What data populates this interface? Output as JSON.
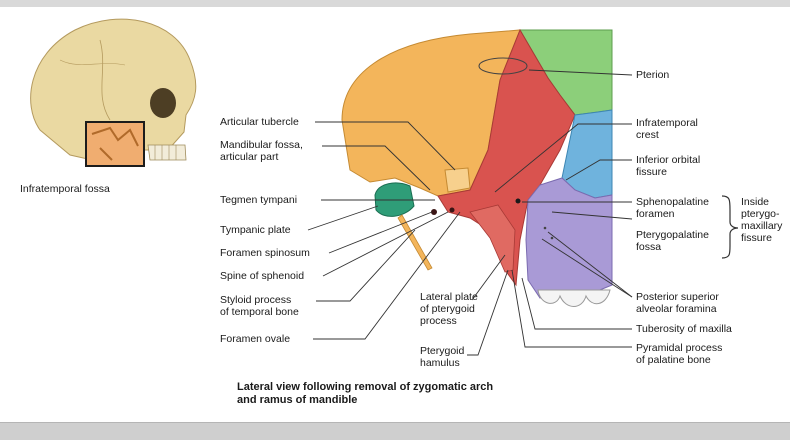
{
  "inset_caption": "Infratemporal fossa",
  "caption": {
    "line1": "Lateral view following removal of zygomatic arch",
    "line2": "and ramus of mandible"
  },
  "labels_left": {
    "articular_tubercle": "Articular tubercle",
    "mandibular_fossa_1": "Mandibular fossa,",
    "mandibular_fossa_2": "articular part",
    "tegmen_tympani": "Tegmen tympani",
    "tympanic_plate": "Tympanic plate",
    "foramen_spinosum": "Foramen spinosum",
    "spine_of_sphenoid": "Spine of sphenoid",
    "styloid_1": "Styloid process",
    "styloid_2": "of temporal bone",
    "foramen_ovale": "Foramen ovale"
  },
  "labels_center": {
    "lateral_plate_1": "Lateral plate",
    "lateral_plate_2": "of pterygoid",
    "lateral_plate_3": "process",
    "hamulus_1": "Pterygoid",
    "hamulus_2": "hamulus"
  },
  "labels_right": {
    "pterion": "Pterion",
    "infratemporal_crest_1": "Infratemporal",
    "infratemporal_crest_2": "crest",
    "inferior_orbital_1": "Inferior orbital",
    "inferior_orbital_2": "fissure",
    "sphenopalatine_1": "Sphenopalatine",
    "sphenopalatine_2": "foramen",
    "pterygopalatine_1": "Pterygopalatine",
    "pterygopalatine_2": "fossa",
    "inside_1": "Inside",
    "inside_2": "pterygo-",
    "inside_3": "maxillary",
    "inside_4": "fissure",
    "posterior_superior_1": "Posterior superior",
    "posterior_superior_2": "alveolar foramina",
    "tuberosity": "Tuberosity of maxilla",
    "pyramidal_1": "Pyramidal process",
    "pyramidal_2": "of palatine bone"
  },
  "colors": {
    "temporal": "#f3b55b",
    "sphenoid": "#d9534f",
    "frontal": "#8ccf7a",
    "maxilla": "#a99ad6",
    "zygomatic": "#6fb3dd",
    "tympanic": "#2f9d78",
    "skull": "#ead9a2",
    "leader": "#333333"
  }
}
